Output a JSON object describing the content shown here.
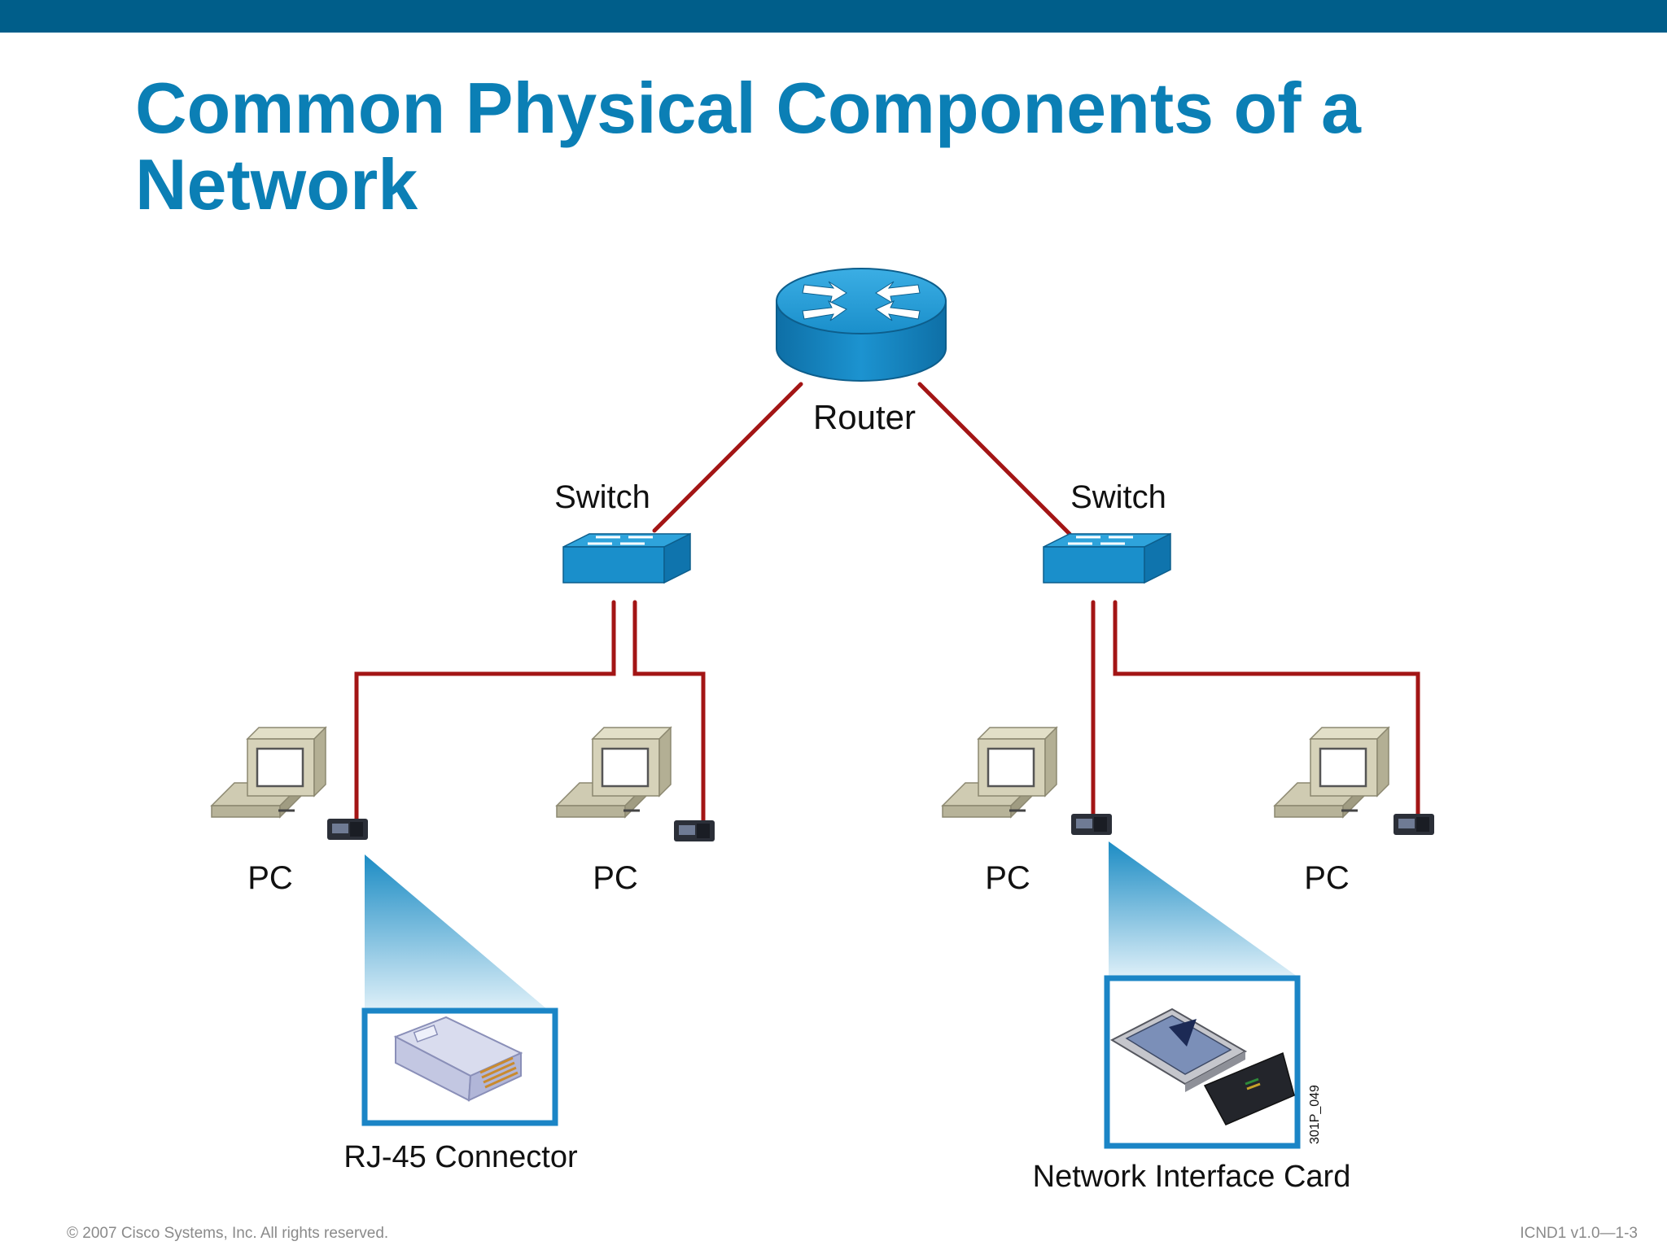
{
  "slide": {
    "title_line1": "Common Physical Components of a",
    "title_line2": "Network",
    "footer_copyright": "© 2007 Cisco Systems, Inc. All rights reserved.",
    "footer_course": "ICND1 v1.0—1-3"
  },
  "diagram": {
    "router_label": "Router",
    "switch_left_label": "Switch",
    "switch_right_label": "Switch",
    "pc_labels": [
      "PC",
      "PC",
      "PC",
      "PC"
    ],
    "callout_left_label": "RJ-45 Connector",
    "callout_right_label": "Network Interface Card",
    "figure_code": "301P_049"
  },
  "colors": {
    "topbar": "#005E8A",
    "title": "#0B7FB5",
    "cable": "#A31515",
    "device_blue": "#1A8FCB",
    "callout_border": "#1B85C6"
  },
  "icons": [
    "router-icon",
    "switch-icon",
    "pc-icon",
    "rj45-connector-icon",
    "network-interface-card-icon"
  ]
}
